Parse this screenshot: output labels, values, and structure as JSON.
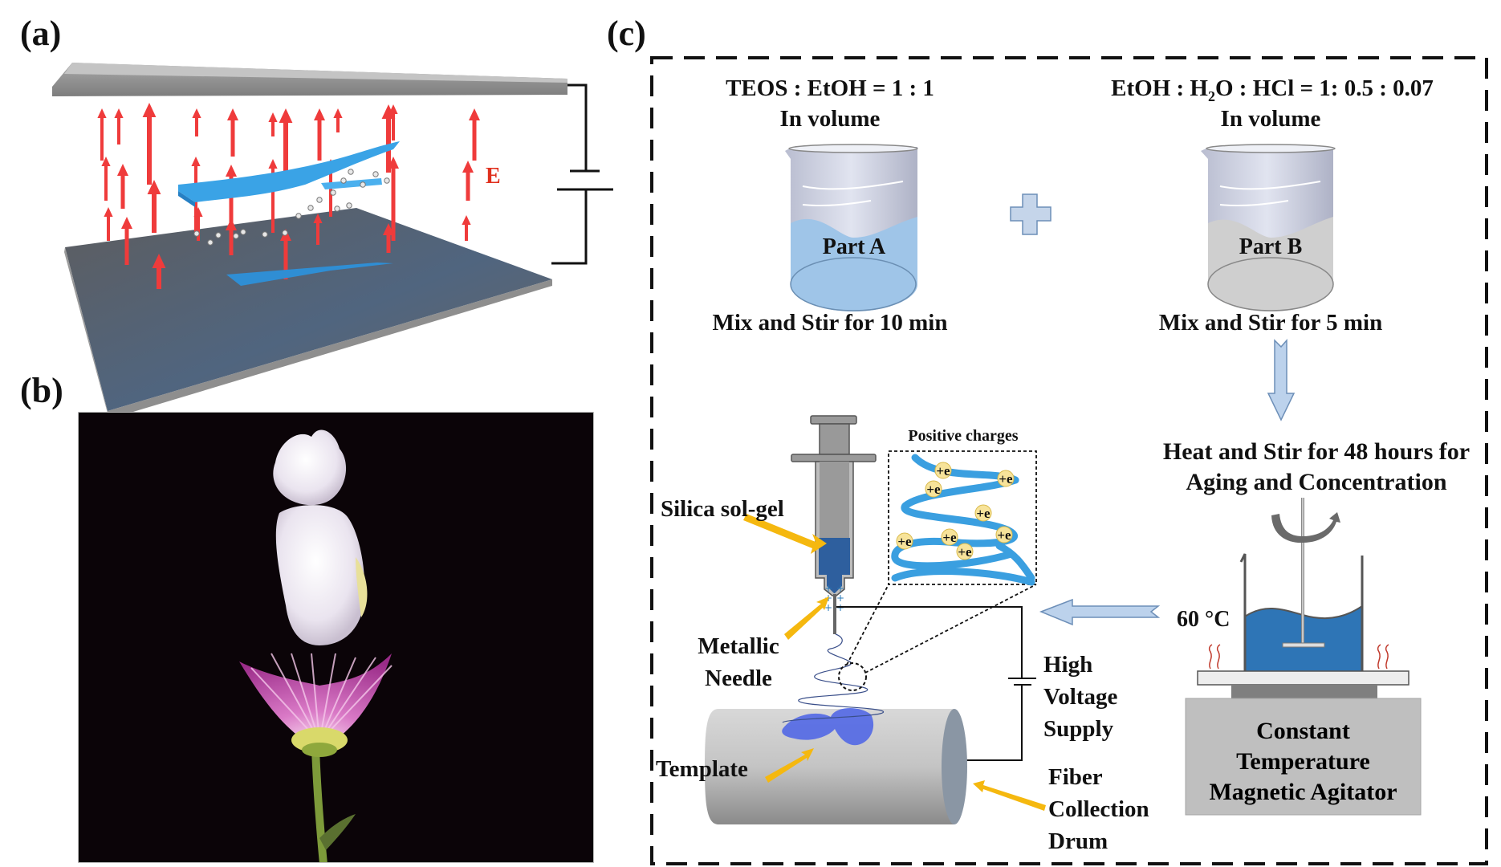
{
  "panels": {
    "a": {
      "label": "(a)",
      "field_label": "E",
      "description": "Charged blue fiber film levitating between two parallel plates in an upward electric field",
      "colors": {
        "field_arrow": "#ef3b3b",
        "film": "#3a9fe0",
        "plate": "#6e6e6e"
      }
    },
    "b": {
      "label": "(b)",
      "description": "Photo of white fluffy silica fiber sponge resting on a purple chrysanthemum flower against black background"
    },
    "c": {
      "label": "(c)",
      "partA": {
        "ratio": "TEOS : EtOH = 1 : 1",
        "unit": "In volume",
        "beaker_label": "Part A",
        "step": "Mix and Stir for 10 min",
        "liquid_color": "#9fc5e8"
      },
      "partB": {
        "ratio_parts": [
          "EtOH : H",
          "2",
          "O : HCl = 1: 0.5 : 0.07"
        ],
        "unit": "In volume",
        "beaker_label": "Part B",
        "step": "Mix and Stir for 5 min",
        "liquid_color": "#cfcfcf"
      },
      "aging": {
        "line1": "Heat and Stir for 48 hours for",
        "line2": "Aging and Concentration",
        "temperature": "60 °C",
        "device_lines": [
          "Constant",
          "Temperature",
          "Magnetic Agitator"
        ]
      },
      "electrospinning": {
        "silica_label": "Silica sol-gel",
        "needle_lines": [
          "Metallic",
          "Needle"
        ],
        "template_label": "Template",
        "supply_lines": [
          "High",
          "Voltage",
          "Supply"
        ],
        "drum_lines": [
          "Fiber",
          "Collection",
          "Drum"
        ],
        "inset_title": "Positive charges",
        "charge_label": "+e",
        "charge_count": 8,
        "needle_charge": "+"
      }
    }
  }
}
